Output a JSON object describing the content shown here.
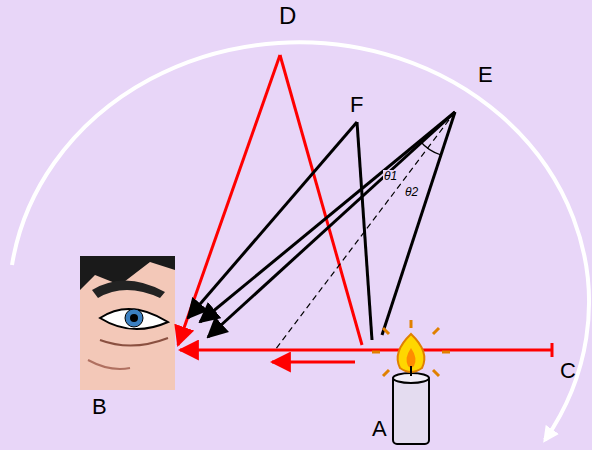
{
  "diagram": {
    "labels": [
      "D",
      "F",
      "E",
      "B",
      "A",
      "C",
      "θ1",
      "θ2"
    ]
  }
}
